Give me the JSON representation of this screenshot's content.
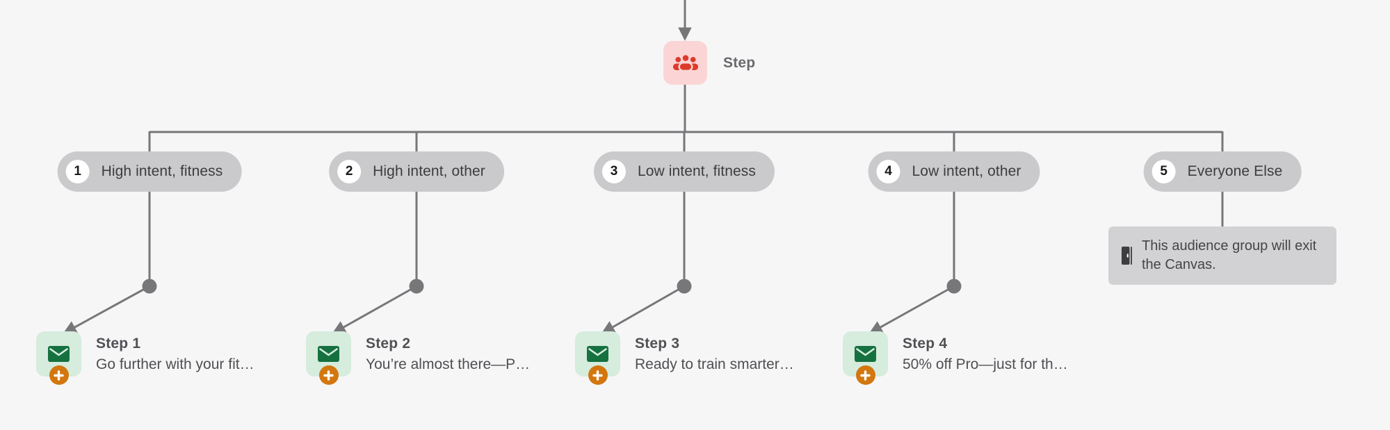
{
  "canvas": {
    "entry_step": {
      "label": "Step",
      "icon": "audience-split-icon"
    },
    "branches": [
      {
        "number": "1",
        "label": "High intent, fitness"
      },
      {
        "number": "2",
        "label": "High intent, other"
      },
      {
        "number": "3",
        "label": "Low intent, fitness"
      },
      {
        "number": "4",
        "label": "Low intent, other"
      },
      {
        "number": "5",
        "label": "Everyone Else"
      }
    ],
    "steps": [
      {
        "title": "Step 1",
        "subtitle": "Go further with your fit…",
        "icon": "email-icon",
        "badge_icon": "plus-icon"
      },
      {
        "title": "Step 2",
        "subtitle": "You’re almost there—P…",
        "icon": "email-icon",
        "badge_icon": "plus-icon"
      },
      {
        "title": "Step 3",
        "subtitle": "Ready to train smarter…",
        "icon": "email-icon",
        "badge_icon": "plus-icon"
      },
      {
        "title": "Step 4",
        "subtitle": "50% off Pro—just for th…",
        "icon": "email-icon",
        "badge_icon": "plus-icon"
      }
    ],
    "exit_note": {
      "icon": "exit-door-icon",
      "lines": [
        "This audience group will exit",
        "the Canvas."
      ]
    }
  },
  "colors": {
    "background": "#f6f6f7",
    "line": "#77777a",
    "pill_bg": "#cacacc",
    "pill_text": "#3c3c3e",
    "pill_number_bg": "#ffffff",
    "pill_number_text": "#1a1a1c",
    "entry_bg": "#fbd5d5",
    "entry_icon": "#dd3a2b",
    "entry_label": "#6a6a6e",
    "email_bg": "#d6ecdd",
    "email_icon": "#15713f",
    "add_bg": "#d2770f",
    "add_icon": "#ffffff",
    "step_title": "#515155",
    "step_subtitle": "#4f4f52",
    "exit_bg": "#d2d2d4",
    "exit_text": "#454548",
    "exit_icon": "#3d3d40"
  }
}
